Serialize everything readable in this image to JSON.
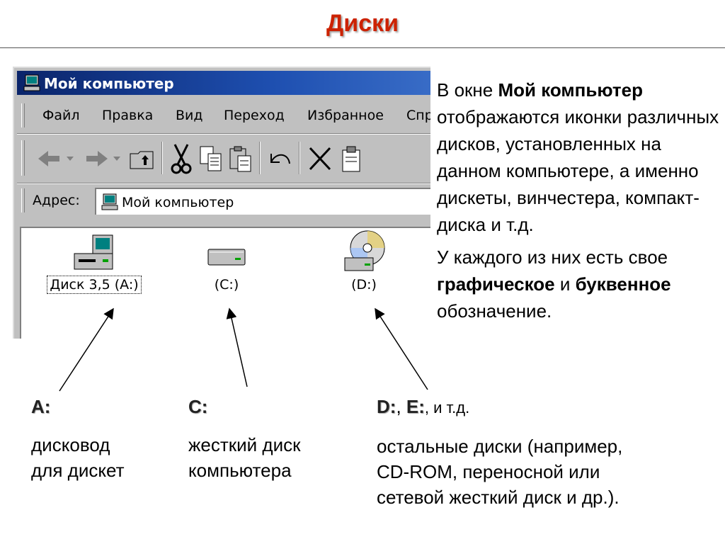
{
  "slide": {
    "title": "Диски"
  },
  "window": {
    "title": "Мой компьютер",
    "menu": [
      "Файл",
      "Правка",
      "Вид",
      "Переход",
      "Избранное",
      "Спр"
    ],
    "address_label": "Адрес:",
    "address_value": "Мой компьютер",
    "drives": [
      {
        "label": "Диск 3,5 (A:)",
        "icon": "floppy-drive-icon",
        "focused": true
      },
      {
        "label": "(C:)",
        "icon": "hard-disk-icon",
        "focused": false
      },
      {
        "label": "(D:)",
        "icon": "cd-rom-icon",
        "focused": false
      }
    ]
  },
  "description": {
    "p1_a": "В окне ",
    "p1_bold": "Мой компьютер",
    "p1_b": " отображаются иконки различных дисков, установленных на данном компьютере, а именно дискеты, винчестера, компакт-диска и т.д.",
    "p2_a": "У каждого из них есть свое ",
    "p2_bold1": "графическое",
    "p2_b": " и ",
    "p2_bold2": "буквенное",
    "p2_c": " обозначение."
  },
  "definitions": {
    "a": {
      "letter": "A:",
      "text_line1": "дисковод",
      "text_line2": "для дискет"
    },
    "c": {
      "letter": "C:",
      "text_line1": "жесткий диск",
      "text_line2": "компьютера"
    },
    "d": {
      "letter_d": "D:",
      "comma1": ", ",
      "letter_e": "E:",
      "rest": ", и т.д.",
      "text_line1": "остальные диски (например,",
      "text_line2": "CD-ROM, переносной или",
      "text_line3": "сетевой жесткий диск и др.)."
    }
  },
  "colors": {
    "title": "#cc2200",
    "titlebar": "#0a246a",
    "window_bg": "#c0c0c0"
  }
}
